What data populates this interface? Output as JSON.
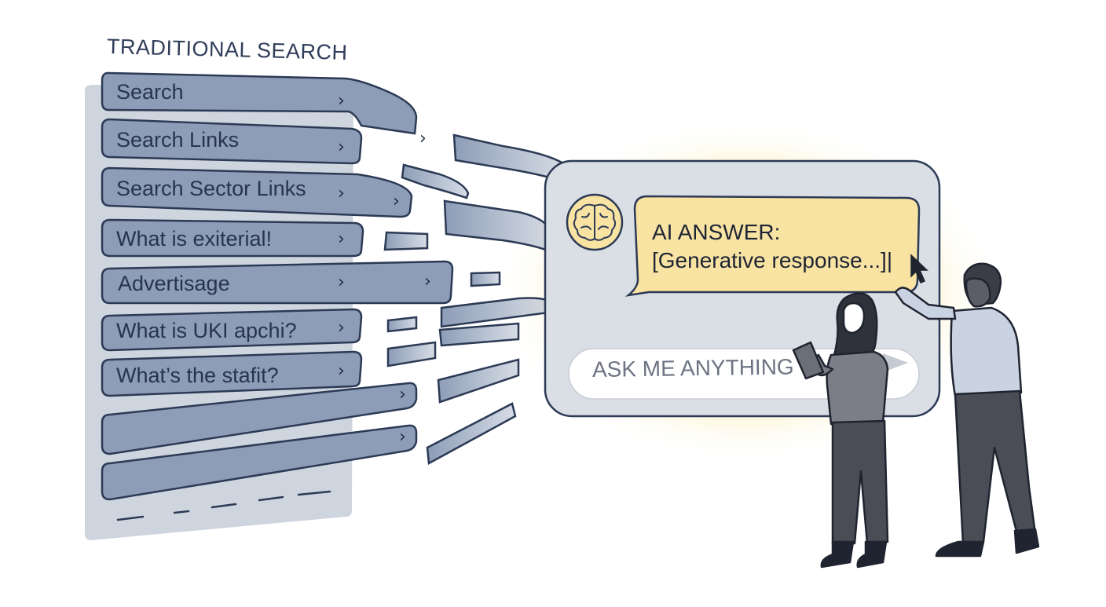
{
  "traditional_search": {
    "title": "TRADITIONAL SEARCH",
    "results": [
      {
        "label": "Search"
      },
      {
        "label": "Search Links"
      },
      {
        "label": "Search Sector Links"
      },
      {
        "label": "What is exiterial!"
      },
      {
        "label": "Advertisage"
      },
      {
        "label": "What is UKI apchi?"
      },
      {
        "label": "What’s the stafit?"
      },
      {
        "label": ""
      },
      {
        "label": ""
      }
    ],
    "chevron": "›"
  },
  "ai_panel": {
    "answer_title": "AI ANSWER:",
    "answer_text": "[Generative response...]|",
    "ask_placeholder": "ASK ME ANYTHING",
    "icons": [
      "brain-icon",
      "send-arrow-icon",
      "mouse-pointer-icon"
    ]
  },
  "colors": {
    "result_fill": "#8d9db7",
    "result_stroke": "#2c3a55",
    "panel_fill": "#dadee5",
    "panel_glow": "#f6e79b",
    "bubble_fill": "#f8e3a3",
    "shirt_blue": "#c9d3e2",
    "pants": "#4a4d55"
  }
}
